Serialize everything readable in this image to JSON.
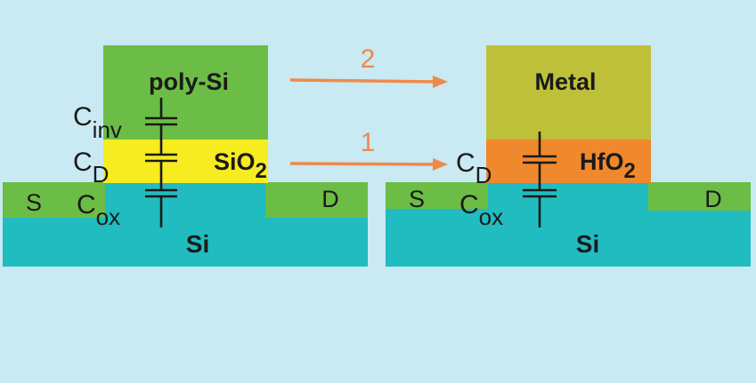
{
  "colors": {
    "background": "#c9e9f3",
    "poly_si": "#6cbd45",
    "metal": "#bfc03a",
    "sio2": "#f7ec1f",
    "hfo2": "#f0882e",
    "substrate": "#20bcc0",
    "source_drain": "#6cbd45",
    "arrow": "#ef8a4a",
    "text": "#1a1a1a",
    "capacitor": "#1a1a1a"
  },
  "left_stack": {
    "gate_label": "poly-Si",
    "oxide_label_base": "SiO",
    "oxide_label_sub": "2",
    "source_label": "S",
    "drain_label": "D",
    "substrate_label": "Si",
    "cap_inv_base": "C",
    "cap_inv_sub": "inv",
    "cap_d_base": "C",
    "cap_d_sub": "D",
    "cap_ox_base": "C",
    "cap_ox_sub": "ox"
  },
  "right_stack": {
    "gate_label": "Metal",
    "oxide_label_base": "HfO",
    "oxide_label_sub": "2",
    "source_label": "S",
    "drain_label": "D",
    "substrate_label": "Si",
    "cap_d_base": "C",
    "cap_d_sub": "D",
    "cap_ox_base": "C",
    "cap_ox_sub": "ox"
  },
  "arrows": {
    "top_number": "2",
    "bottom_number": "1"
  }
}
